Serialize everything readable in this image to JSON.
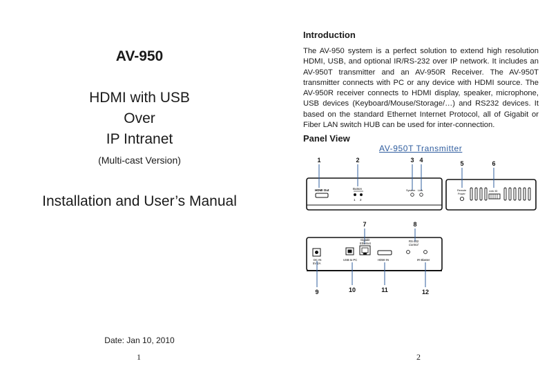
{
  "left_page": {
    "model": "AV-950",
    "title_lines": [
      "HDMI with USB",
      "Over",
      "IP Intranet"
    ],
    "subtitle": "(Multi-cast Version)",
    "manual_title": "Installation and User’s Manual",
    "date": "Date: Jan 10, 2010",
    "page_number": "1"
  },
  "right_page": {
    "intro_heading": "Introduction",
    "intro_text": "The AV-950 system is a perfect solution to extend high resolution HDMI, USB, and optional IR/RS-232 over IP network. It includes an AV-950T transmitter and an AV-950R Receiver. The AV-950T transmitter connects with PC or any device with HDMI source. The AV-950R receiver connects to HDMI display, speaker, microphone, USB devices (Keyboard/Mouse/Storage/…) and RS232 devices. It based on the standard Ethernet Internet Protocol, all of Gigabit or Fiber LAN switch HUB can be used for inter-connection.",
    "panel_heading": "Panel View",
    "transmitter_title": "AV-950T Transmitter",
    "page_number": "2",
    "callouts": [
      "1",
      "2",
      "3",
      "4",
      "5",
      "6",
      "7",
      "8",
      "9",
      "10",
      "11",
      "12"
    ],
    "front_panel": {
      "hdmi_out": "HDMI Out",
      "button": "Button",
      "button_nums": [
        "1",
        "2"
      ],
      "system": "System",
      "link": "Link"
    },
    "side_panel": {
      "remote_power": [
        "Remote",
        "Power"
      ],
      "link_id": "Link ID"
    },
    "rear_panel": {
      "dc_in": [
        "DC IN",
        "5V 2A"
      ],
      "usb_to_pc": "USB to PC",
      "gigabit": [
        "Gigabit",
        "Ethernet"
      ],
      "hdmi_in": "HDMI IN",
      "rs232": [
        "RS-232",
        "Control"
      ],
      "ir_blaster": "IR Blaster"
    }
  }
}
